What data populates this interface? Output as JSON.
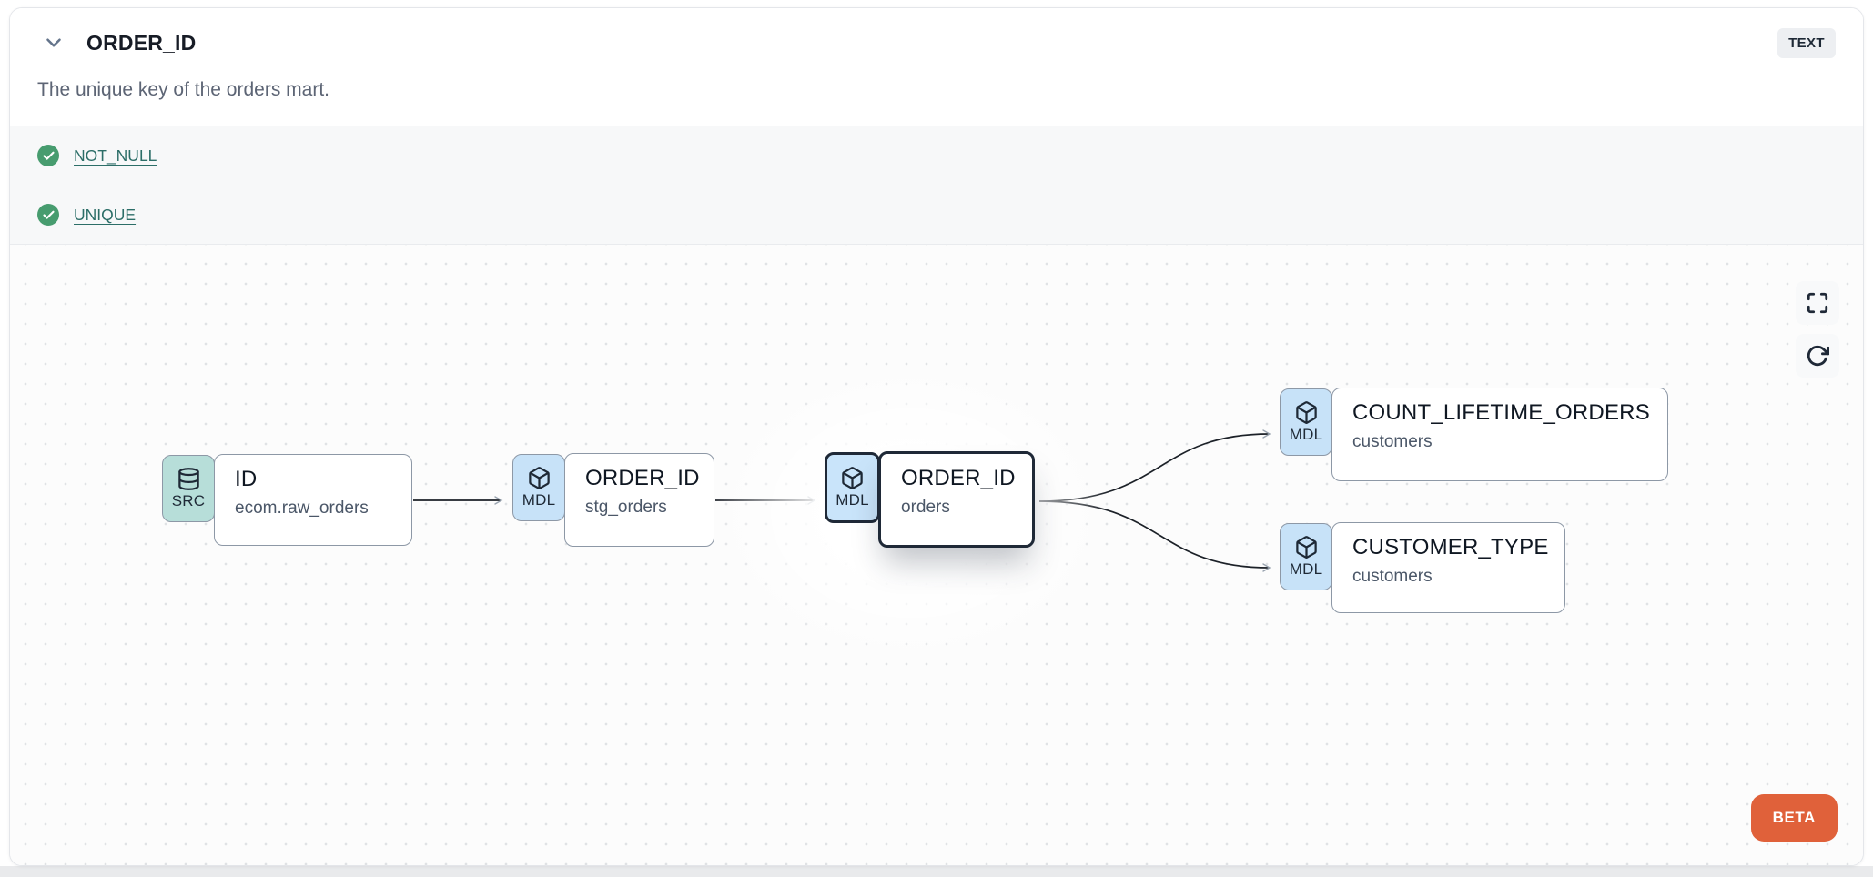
{
  "header": {
    "title": "ORDER_ID",
    "description": "The unique key of the orders mart.",
    "type_badge": "TEXT"
  },
  "tests": {
    "items": [
      {
        "label": "NOT_NULL",
        "status": "passed",
        "icon": "check-circle-icon"
      },
      {
        "label": "UNIQUE",
        "status": "passed",
        "icon": "check-circle-icon"
      }
    ]
  },
  "lineage": {
    "nodes": [
      {
        "kind": "SRC",
        "title": "ID",
        "subtitle": "ecom.raw_orders",
        "icon": "database-icon",
        "selected": false
      },
      {
        "kind": "MDL",
        "title": "ORDER_ID",
        "subtitle": "stg_orders",
        "icon": "model-cube-icon",
        "selected": false
      },
      {
        "kind": "MDL",
        "title": "ORDER_ID",
        "subtitle": "orders",
        "icon": "model-cube-icon",
        "selected": true
      },
      {
        "kind": "MDL",
        "title": "COUNT_LIFETIME_ORDERS",
        "subtitle": "customers",
        "icon": "model-cube-icon",
        "selected": false
      },
      {
        "kind": "MDL",
        "title": "CUSTOMER_TYPE",
        "subtitle": "customers",
        "icon": "model-cube-icon",
        "selected": false
      }
    ],
    "edges": [
      {
        "from": "ID (ecom.raw_orders)",
        "to": "ORDER_ID (stg_orders)"
      },
      {
        "from": "ORDER_ID (stg_orders)",
        "to": "ORDER_ID (orders)"
      },
      {
        "from": "ORDER_ID (orders)",
        "to": "COUNT_LIFETIME_ORDERS (customers)"
      },
      {
        "from": "ORDER_ID (orders)",
        "to": "CUSTOMER_TYPE (customers)"
      }
    ],
    "beta_badge": "BETA"
  },
  "colors": {
    "src_badge": "#b7ded9",
    "mdl_badge": "#c7e2f8",
    "selected_border": "#1f2937",
    "node_border": "#8d98a6",
    "test_pass_green": "#479c6f",
    "test_link_teal": "#2c6e68",
    "beta_orange": "#e0613a",
    "type_badge_bg": "#edeff2",
    "tests_section_bg": "#f7f8f9",
    "canvas_bg": "#fcfcfc"
  }
}
